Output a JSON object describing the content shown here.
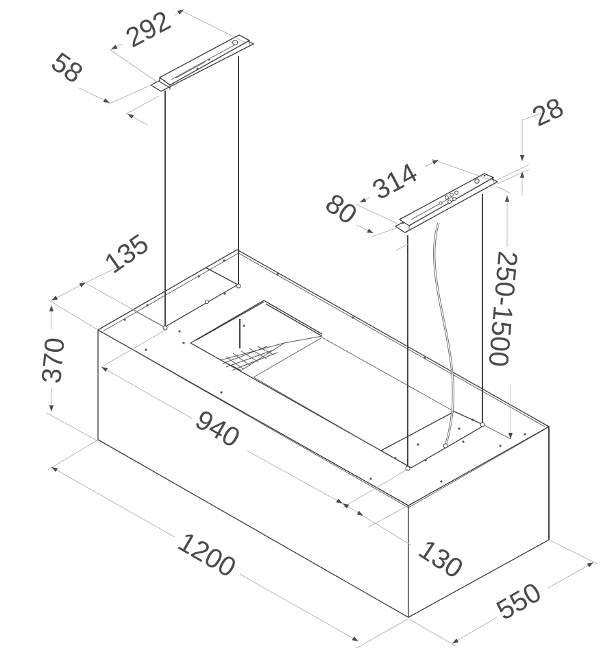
{
  "drawing": {
    "title": "Island range hood dimensional drawing",
    "line_color": "#3a3a3a",
    "dimension_color": "#4a4a4a"
  },
  "dimensions": {
    "bracket_left_length": "292",
    "bracket_left_depth": "58",
    "bracket_right_length": "314",
    "bracket_right_depth": "80",
    "bracket_right_thickness": "28",
    "suspension_height": "250-1500",
    "offset_left": "135",
    "body_height": "370",
    "inner_length": "940",
    "offset_right": "130",
    "body_length": "1200",
    "body_depth": "550"
  }
}
